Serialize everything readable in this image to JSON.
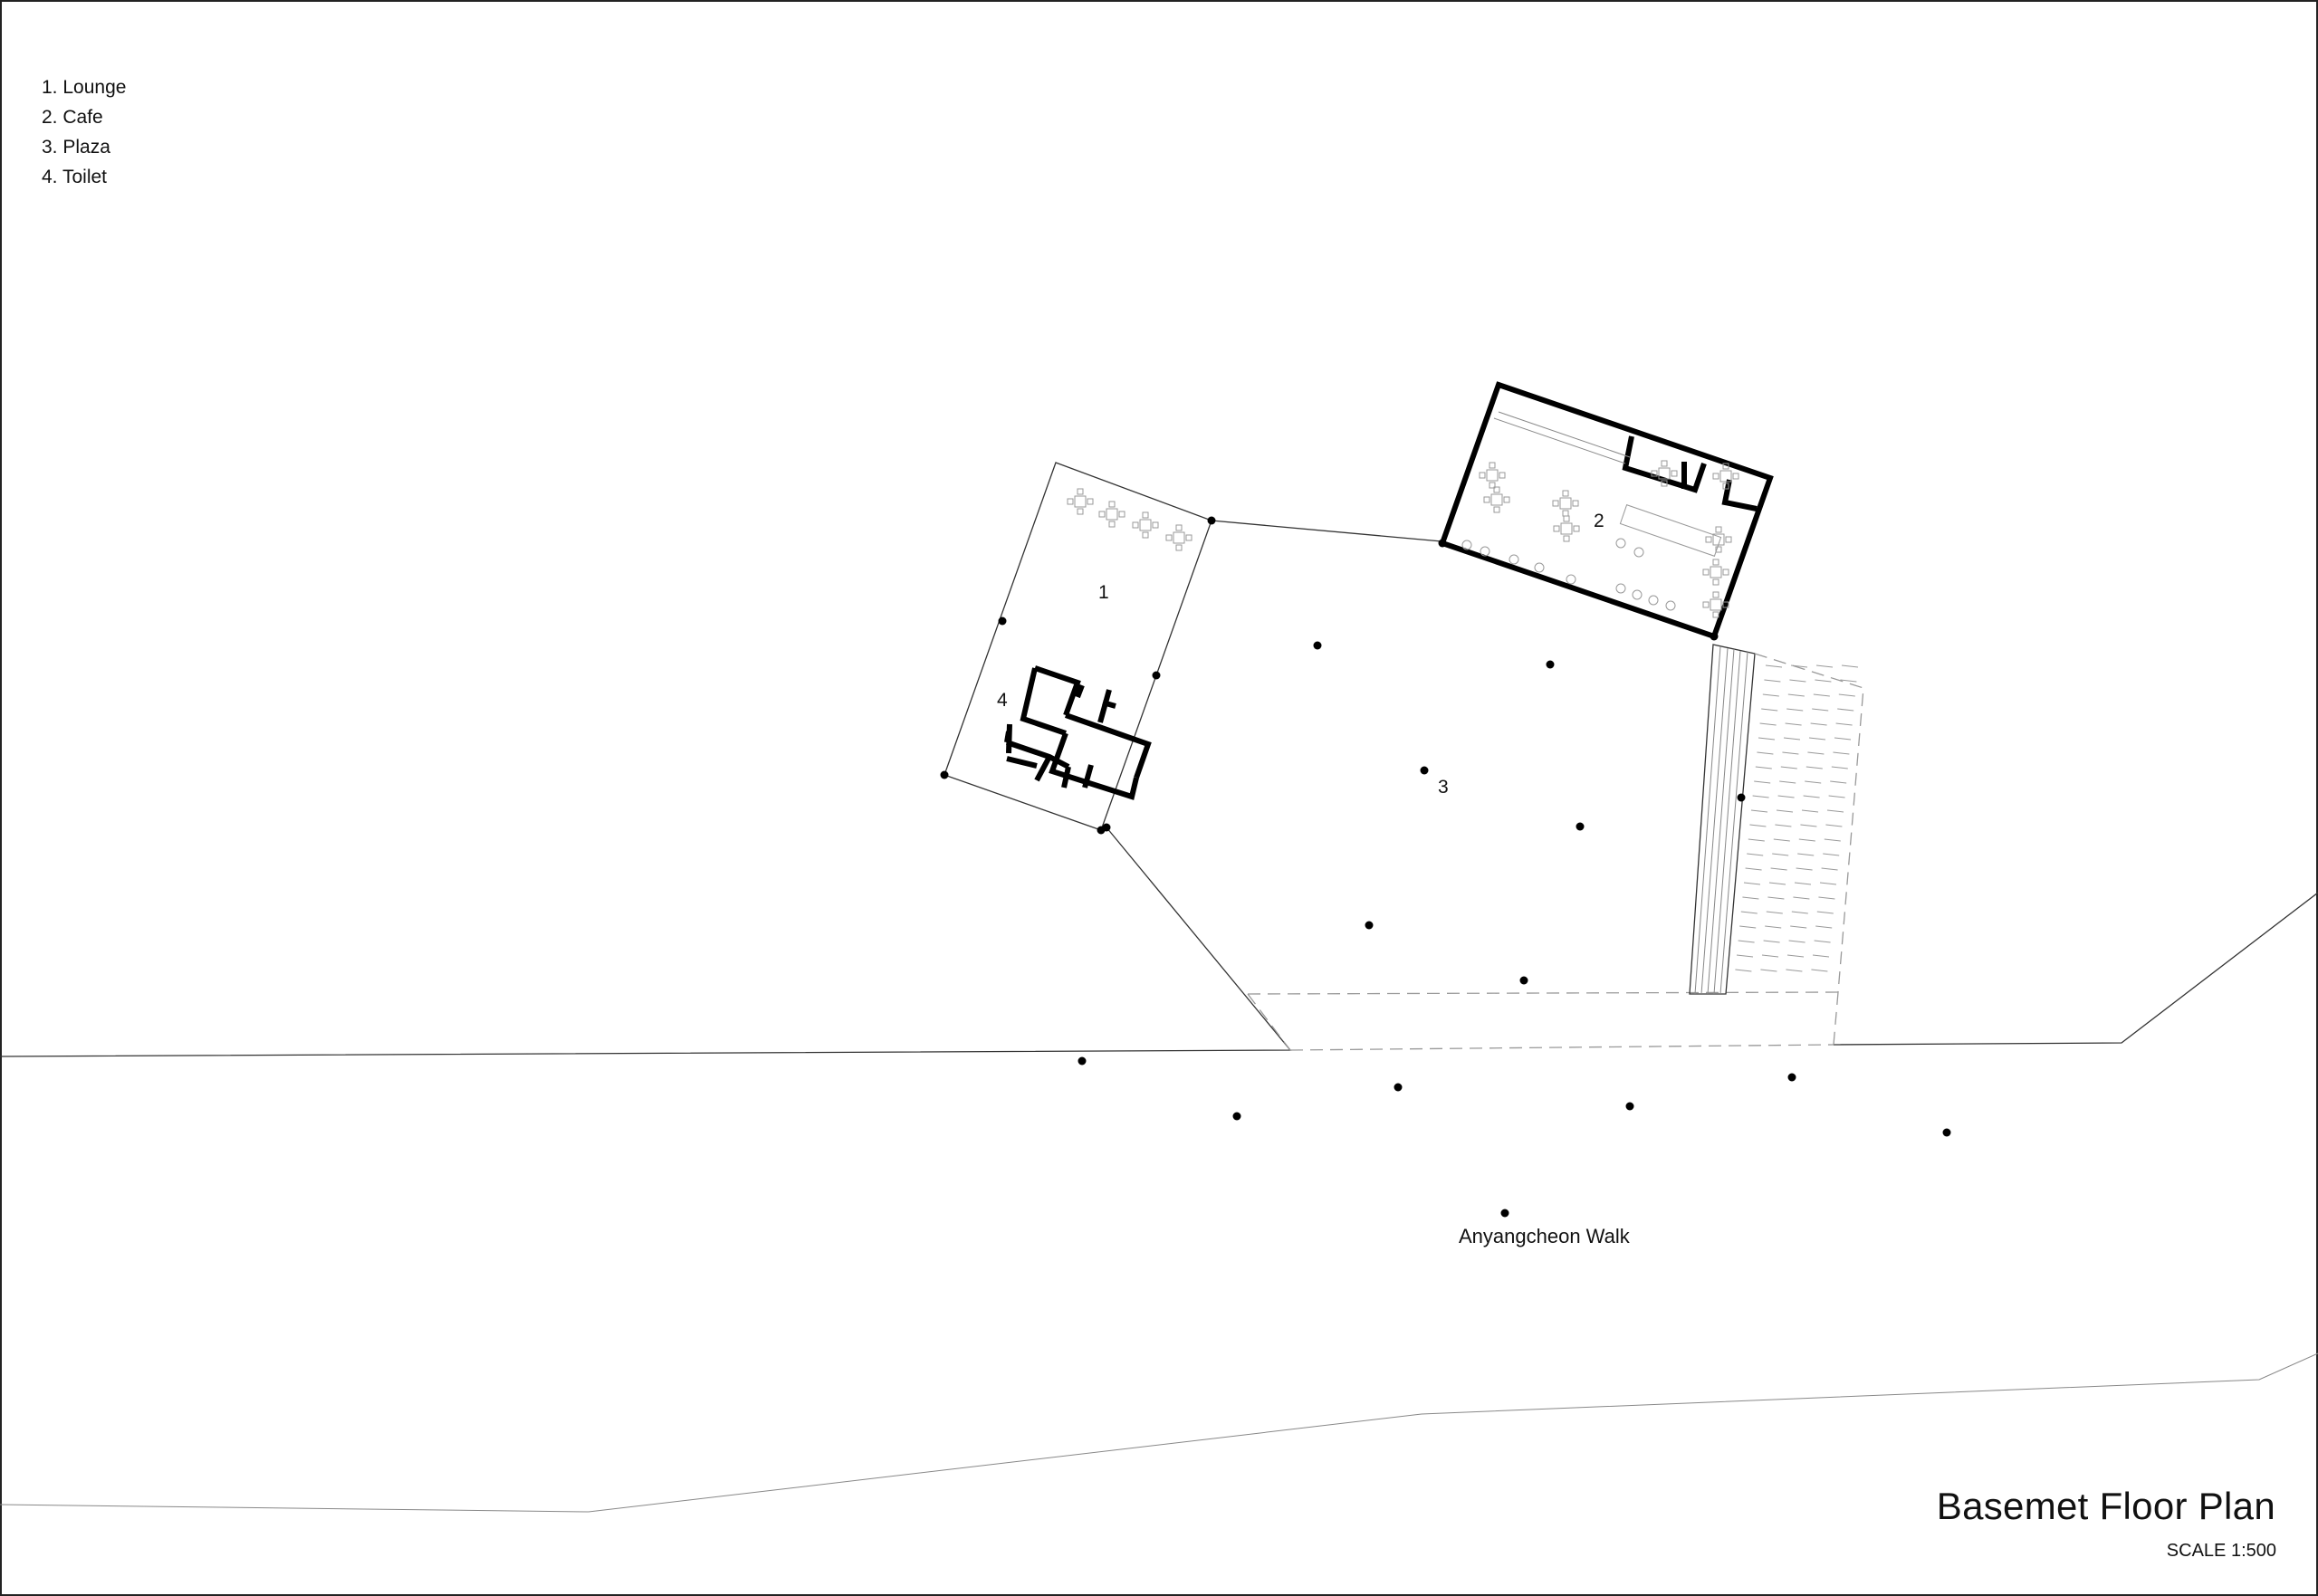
{
  "legend": {
    "items": [
      "1. Lounge",
      "2. Cafe",
      "3. Plaza",
      "4. Toilet"
    ]
  },
  "rooms": {
    "lounge": "1",
    "cafe": "2",
    "plaza": "3",
    "toilet": "4"
  },
  "walk_label": "Anyangcheon Walk",
  "title": "Basemet Floor Plan",
  "scale": "SCALE 1:500"
}
